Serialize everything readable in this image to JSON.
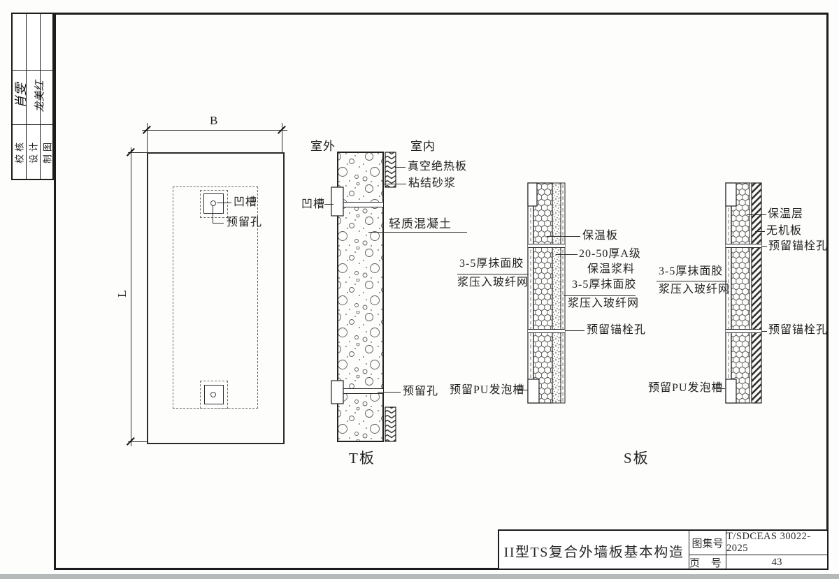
{
  "sidebar": {
    "col1_label": "校核",
    "col2_label": "设计",
    "col3_label": "制图",
    "signature_1": "肖雯",
    "signature_2": "龙美红"
  },
  "plan": {
    "width_dim": "B",
    "height_dim": "L",
    "groove": "凹槽",
    "reserved_hole": "预留孔"
  },
  "t_panel": {
    "outdoor": "室外",
    "indoor": "室内",
    "vacuum_insulation_board": "真空绝热板",
    "bonding_mortar": "粘结砂浆",
    "groove": "凹槽",
    "lightweight_concrete": "轻质混凝土",
    "reserved_hole": "预留孔",
    "caption": "T板"
  },
  "s_panels": {
    "caption": "S板",
    "panel1": {
      "insulation_board": "保温板",
      "slurry_line1": "20-50厚A级",
      "slurry_line2": "保温浆料",
      "render_right_line1": "3-5厚抹面胶",
      "render_right_line2": "浆压入玻纤网",
      "left_line1": "3-5厚抹面胶",
      "left_line2": "浆压入玻纤网",
      "anchor_hole": "预留锚栓孔",
      "pu_groove": "预留PU发泡槽"
    },
    "panel2": {
      "insulation_layer": "保温层",
      "inorganic_board": "无机板",
      "anchor_hole_top": "预留锚栓孔",
      "anchor_hole_bottom": "预留锚栓孔",
      "left_line1": "3-5厚抹面胶",
      "left_line2": "浆压入玻纤网",
      "pu_groove": "预留PU发泡槽"
    }
  },
  "title_block": {
    "title": "II型TS复合外墙板基本构造",
    "atlas_label": "图集号",
    "atlas_value": "T/SDCEAS 30022-2025",
    "page_label": "页 号",
    "page_value": "43"
  }
}
